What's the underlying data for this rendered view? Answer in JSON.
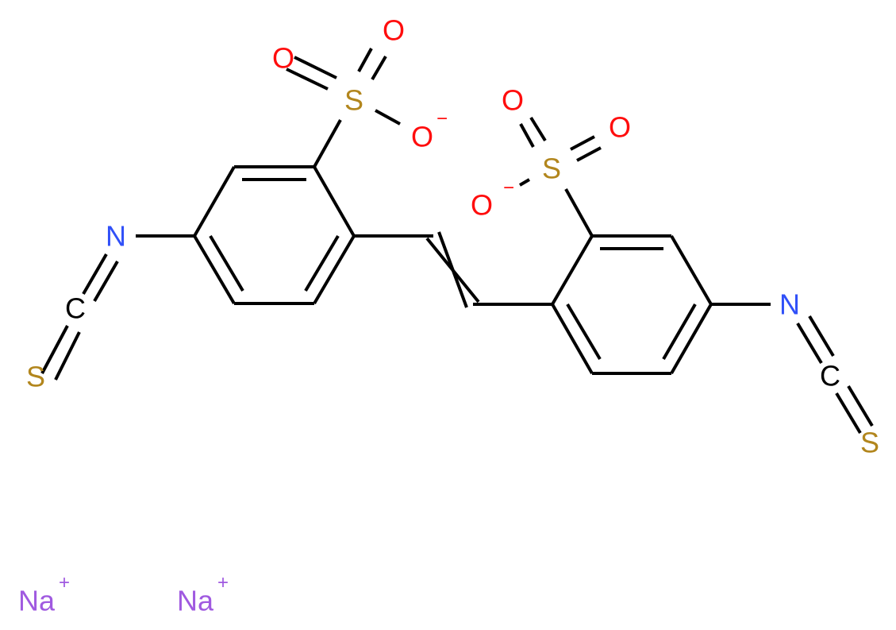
{
  "diagram": {
    "type": "chemical-structure",
    "compound": "disodium 4,4'-diisothiocyanatostilbene-2,2'-disulfonate",
    "colors": {
      "bond": "#000000",
      "O": "#ff0d0d",
      "S": "#b2861d",
      "N": "#3050f8",
      "C": "#000000",
      "Na": "#a05ae0"
    },
    "atoms": {
      "s1": {
        "label": "S"
      },
      "s1_o_left": {
        "label": "O"
      },
      "s1_o_top": {
        "label": "O"
      },
      "s1_o_minus": {
        "label": "O",
        "charge": "−"
      },
      "s2": {
        "label": "S"
      },
      "s2_o_top": {
        "label": "O"
      },
      "s2_o_right": {
        "label": "O"
      },
      "s2_o_minus": {
        "label": "O",
        "charge": "−"
      },
      "n_left": {
        "label": "N"
      },
      "c_left": {
        "label": "C"
      },
      "s_left": {
        "label": "S"
      },
      "n_right": {
        "label": "N"
      },
      "c_right": {
        "label": "C"
      },
      "s_right": {
        "label": "S"
      },
      "na1": {
        "label": "Na",
        "charge": "+"
      },
      "na2": {
        "label": "Na",
        "charge": "+"
      }
    }
  }
}
